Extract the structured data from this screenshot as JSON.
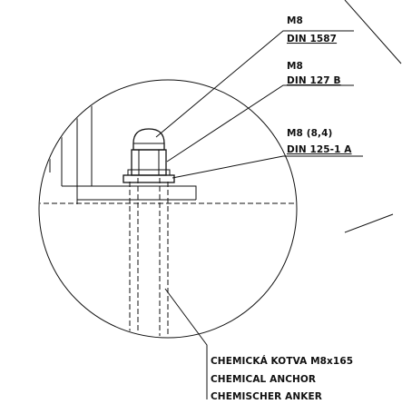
{
  "callouts": {
    "screw": {
      "size": "M8",
      "standard": "DIN 1587"
    },
    "nut": {
      "size": "M8",
      "standard": "DIN 127 B"
    },
    "washer": {
      "size": "M8 (8,4)",
      "standard": "DIN 125-1 A"
    },
    "anchor": {
      "line1": "CHEMICKÁ KOTVA M8x165",
      "line2": "CHEMICAL ANCHOR",
      "line3": "CHEMISCHER ANKER"
    }
  }
}
